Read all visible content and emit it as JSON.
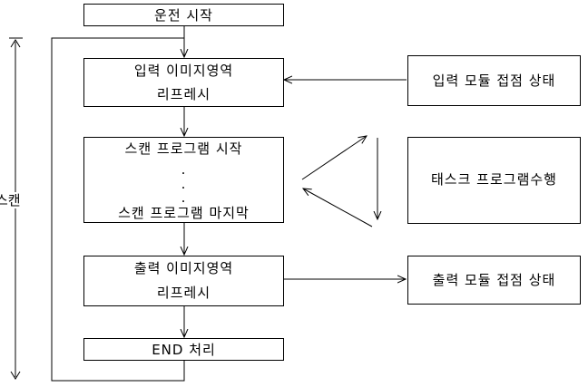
{
  "diagram": {
    "scan_label": "스캔",
    "boxes": {
      "start": {
        "text": "운전 시작"
      },
      "input_refresh": {
        "line1": "입력 이미지영역",
        "line2": "리프레시"
      },
      "scan_program": {
        "line1": "스캔 프로그램 시작",
        "dots": ".",
        "line2": "스캔 프로그램 마지막"
      },
      "output_refresh": {
        "line1": "출력 이미지영역",
        "line2": "리프레시"
      },
      "end": {
        "text": "END 처리"
      },
      "input_module": {
        "text": "입력 모듈 접점 상태"
      },
      "task_program": {
        "text": "태스크 프로그램수행"
      },
      "output_module": {
        "text": "출력 모듈 접점 상태"
      }
    }
  }
}
